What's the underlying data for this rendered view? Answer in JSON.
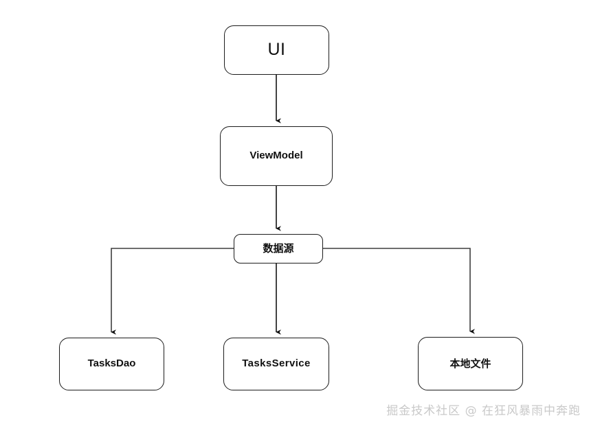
{
  "diagram": {
    "title": "Android app data-layer architecture flowchart",
    "background_color": "#ffffff",
    "stroke_color": "#1b1b1b",
    "nodes": [
      {
        "id": "ui",
        "label": "UI",
        "shape": "rounded-rectangle"
      },
      {
        "id": "viewmodel",
        "label": "ViewModel",
        "shape": "rounded-rectangle"
      },
      {
        "id": "datasource",
        "label": "数据源",
        "shape": "rounded-rectangle"
      },
      {
        "id": "tasksdao",
        "label": "TasksDao",
        "shape": "rounded-rectangle"
      },
      {
        "id": "tasksservice",
        "label": "TasksService",
        "shape": "rounded-rectangle"
      },
      {
        "id": "localfile",
        "label": "本地文件",
        "shape": "rounded-rectangle"
      }
    ],
    "edges": [
      {
        "from": "ui",
        "to": "viewmodel",
        "style": "straight-arrow"
      },
      {
        "from": "viewmodel",
        "to": "datasource",
        "style": "straight-arrow"
      },
      {
        "from": "datasource",
        "to": "tasksdao",
        "style": "elbow-arrow"
      },
      {
        "from": "datasource",
        "to": "tasksservice",
        "style": "straight-arrow"
      },
      {
        "from": "datasource",
        "to": "localfile",
        "style": "elbow-arrow"
      }
    ]
  },
  "watermark": {
    "text": "掘金技术社区 @ 在狂风暴雨中奔跑",
    "color": "#c9c9c9"
  }
}
